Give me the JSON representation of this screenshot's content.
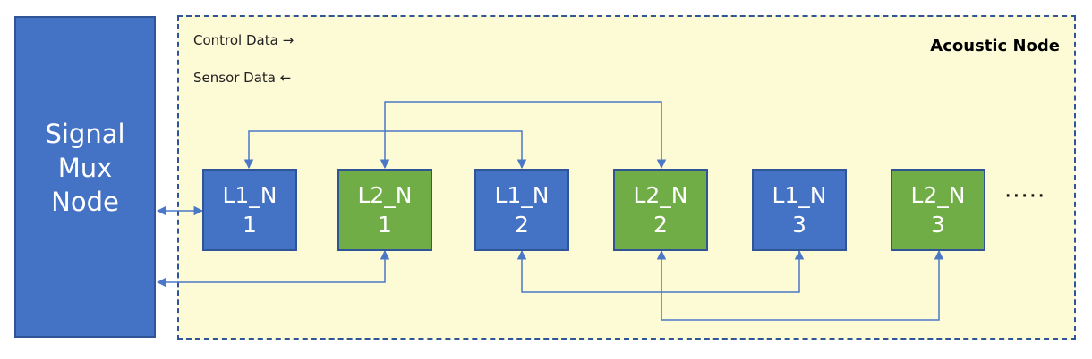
{
  "signal_mux": {
    "label_lines": [
      "Signal",
      "Mux",
      "Node"
    ]
  },
  "acoustic_node": {
    "title": "Acoustic Node",
    "legend": [
      {
        "text": "Control Data",
        "arrow": "→"
      },
      {
        "text": "Sensor Data",
        "arrow": "←"
      }
    ]
  },
  "nodes": [
    {
      "id": "L1_N",
      "num": "1",
      "color": "#4472c4",
      "type": "blue"
    },
    {
      "id": "L2_N",
      "num": "1",
      "color": "#70ad47",
      "type": "green"
    },
    {
      "id": "L1_N",
      "num": "2",
      "color": "#4472c4",
      "type": "blue"
    },
    {
      "id": "L2_N",
      "num": "2",
      "color": "#70ad47",
      "type": "green"
    },
    {
      "id": "L1_N",
      "num": "3",
      "color": "#4472c4",
      "type": "blue"
    },
    {
      "id": "L2_N",
      "num": "3",
      "color": "#70ad47",
      "type": "green"
    }
  ],
  "continuation": "·····",
  "colors": {
    "line": "#4a78c6",
    "border": "#2f5597"
  }
}
